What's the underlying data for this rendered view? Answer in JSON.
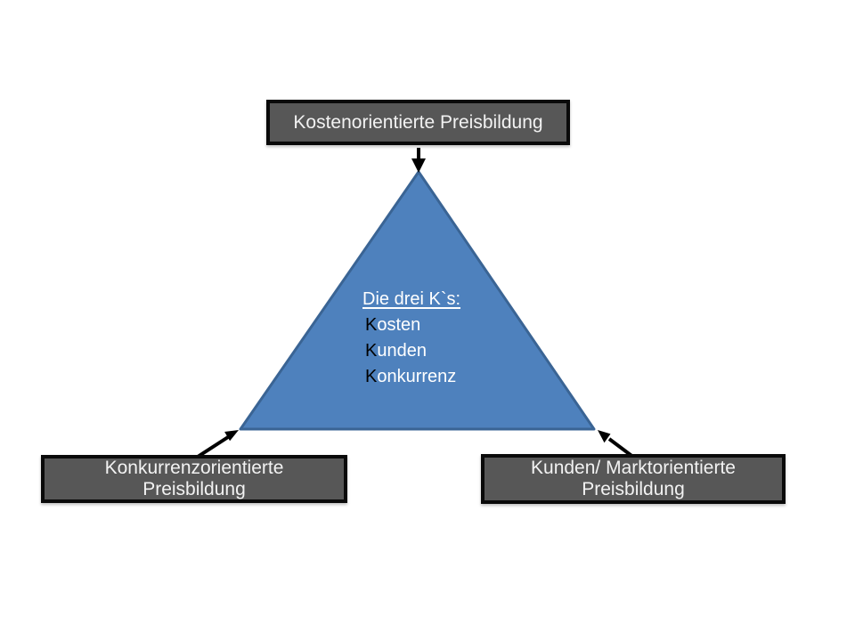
{
  "boxes": {
    "top": {
      "label": "Kostenorientierte Preisbildung"
    },
    "bottom_left": {
      "lines": [
        "Konkurrenzorientierte",
        "Preisbildung"
      ]
    },
    "bottom_right": {
      "lines": [
        "Kunden/ Marktorientierte",
        "Preisbildung"
      ]
    }
  },
  "triangle": {
    "heading": "Die drei K`s:",
    "items": [
      {
        "initial": "K",
        "rest": "osten"
      },
      {
        "initial": "K",
        "rest": "unden"
      },
      {
        "initial": "K",
        "rest": "onkurrenz"
      }
    ]
  },
  "colors": {
    "background": "#FFFFFF",
    "triangle_fill": "#4E81BD",
    "triangle_stroke": "#3A6494",
    "box_fill": "#575757",
    "box_border": "#0A0A0A",
    "box_text": "#F2F2F2",
    "arrow": "#000000",
    "triangle_text": "#FFFFFF",
    "initial_letter": "#000000"
  }
}
